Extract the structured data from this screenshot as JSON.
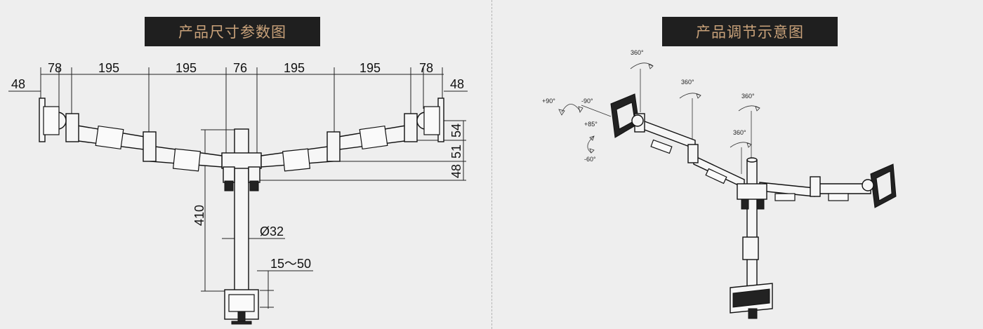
{
  "left_panel": {
    "title": "产品尺寸参数图",
    "dims": {
      "top_48_left": "48",
      "top_78_left": "78",
      "top_195_a": "195",
      "top_195_b": "195",
      "top_76": "76",
      "top_195_c": "195",
      "top_195_d": "195",
      "top_78_right": "78",
      "top_48_right": "48",
      "side_54": "54",
      "side_51": "51",
      "side_48": "48",
      "height_410": "410",
      "pole_diameter": "Ø32",
      "clamp_range": "15～50"
    }
  },
  "right_panel": {
    "title": "产品调节示意图",
    "angles": {
      "rot_top": "360°",
      "rot_arm1": "360°",
      "rot_arm2": "360°",
      "rot_pole": "360°",
      "tilt_plus90": "+90°",
      "tilt_minus90": "-90°",
      "tilt_plus85": "+85°",
      "tilt_minus60": "-60°"
    }
  }
}
